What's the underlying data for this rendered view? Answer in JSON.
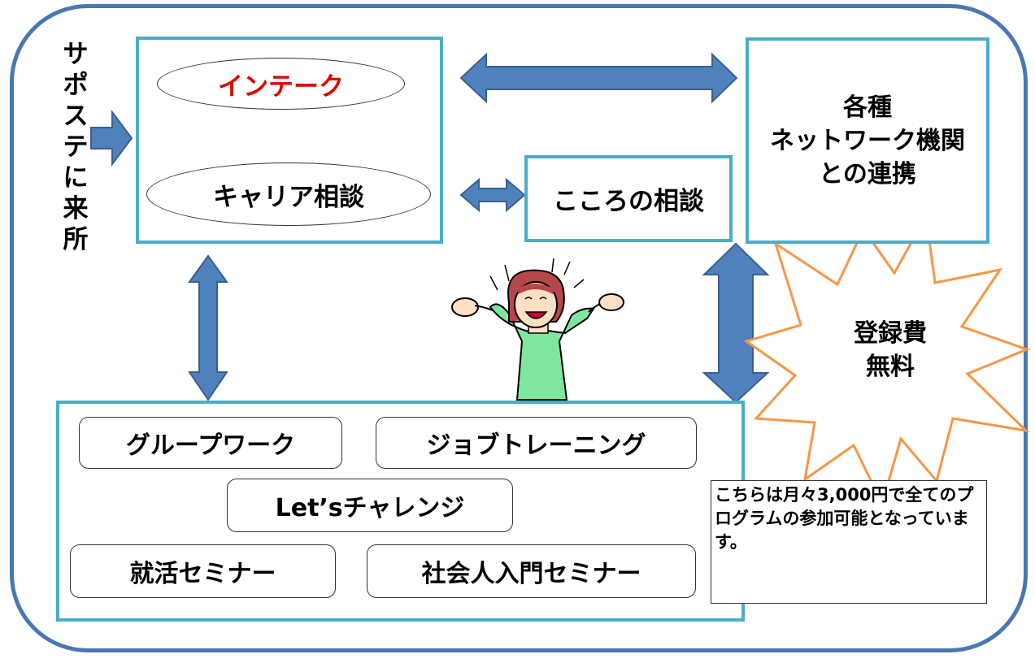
{
  "side_label": "サポステに来所",
  "intake": "インテーク",
  "career": "キャリア相談",
  "kokoro": "こころの相談",
  "network": [
    "各種",
    "ネットワーク機関",
    "との連携"
  ],
  "burst": [
    "登録費",
    "無料"
  ],
  "programs": {
    "group_work": "グループワーク",
    "job_training": "ジョブトレーニング",
    "lets_challenge": "Let’sチャレンジ",
    "shukatsu": "就活セミナー",
    "shakaijin": "社会人入門セミナー"
  },
  "note": "こちらは月々3,000円で全てのプログラムの参加可能となっています。",
  "colors": {
    "frame": "#4a77b3",
    "box_border": "#4bacc6",
    "arrow_fill": "#4f81bd",
    "arrow_stroke": "#3a5f8f",
    "intake_text": "#e00000",
    "burst_stroke": "#f79646"
  }
}
